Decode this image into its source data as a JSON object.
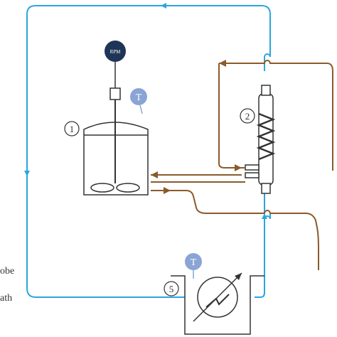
{
  "diagram": {
    "nodes": [
      {
        "id": "rpm",
        "label": "RPM",
        "kind": "motor"
      },
      {
        "id": "t1",
        "label": "T",
        "kind": "temperature-probe"
      },
      {
        "id": "t5",
        "label": "T",
        "kind": "temperature-probe"
      },
      {
        "id": "n1",
        "label": "1",
        "kind": "stirred-vessel"
      },
      {
        "id": "n2",
        "label": "2",
        "kind": "coil-heat-exchanger"
      },
      {
        "id": "n5",
        "label": "5",
        "kind": "bath-heat-exchanger"
      }
    ],
    "cut_text": [
      "obe",
      "ath"
    ],
    "colors": {
      "water_loop": "#2aa6df",
      "product_loop": "#8b5a2b",
      "equipment": "#333333",
      "motor": "#1e3557",
      "probe": "#8aa4d6"
    }
  }
}
